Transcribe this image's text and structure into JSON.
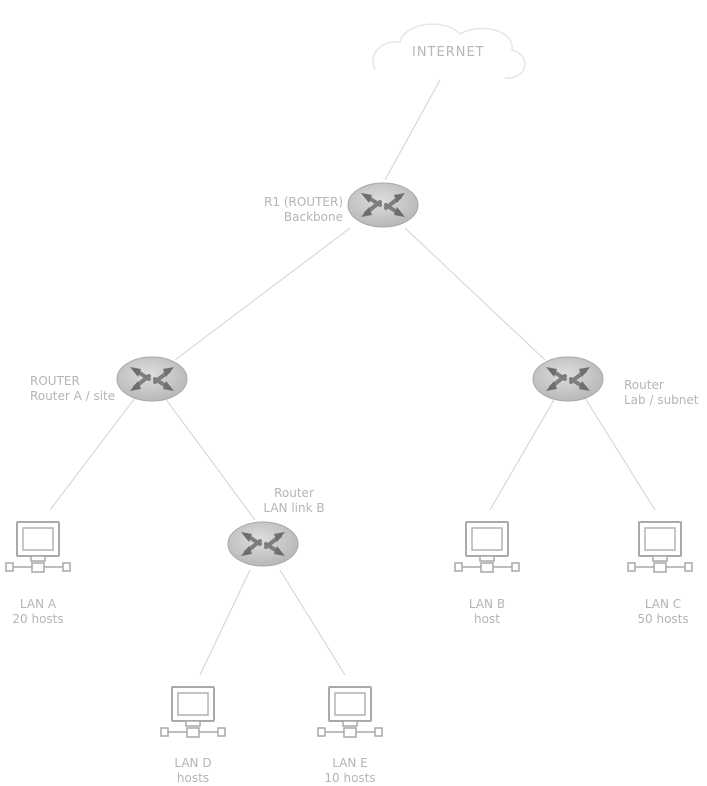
{
  "cloud": {
    "label": "INTERNET"
  },
  "routers": [
    {
      "id": "core",
      "name": "R1 (ROUTER)",
      "desc": "Backbone"
    },
    {
      "id": "left",
      "name": "ROUTER",
      "desc": "Router A / site"
    },
    {
      "id": "right",
      "name": "Router",
      "desc": "Lab / subnet"
    },
    {
      "id": "mid",
      "name": "Router",
      "desc": "LAN link B"
    }
  ],
  "hosts": [
    {
      "id": "lan-a",
      "name": "LAN A",
      "desc": "20 hosts"
    },
    {
      "id": "lan-b",
      "name": "LAN B",
      "desc": "host"
    },
    {
      "id": "lan-c",
      "name": "LAN C",
      "desc": "50 hosts"
    },
    {
      "id": "lan-d",
      "name": "LAN D",
      "desc": "hosts"
    },
    {
      "id": "lan-e",
      "name": "LAN E",
      "desc": "10 hosts"
    }
  ],
  "colors": {
    "line": "#d4d4d4",
    "router_fill": "#c8c8c8",
    "router_arrow": "#8a8a8a",
    "host_stroke": "#a9a9a9"
  }
}
